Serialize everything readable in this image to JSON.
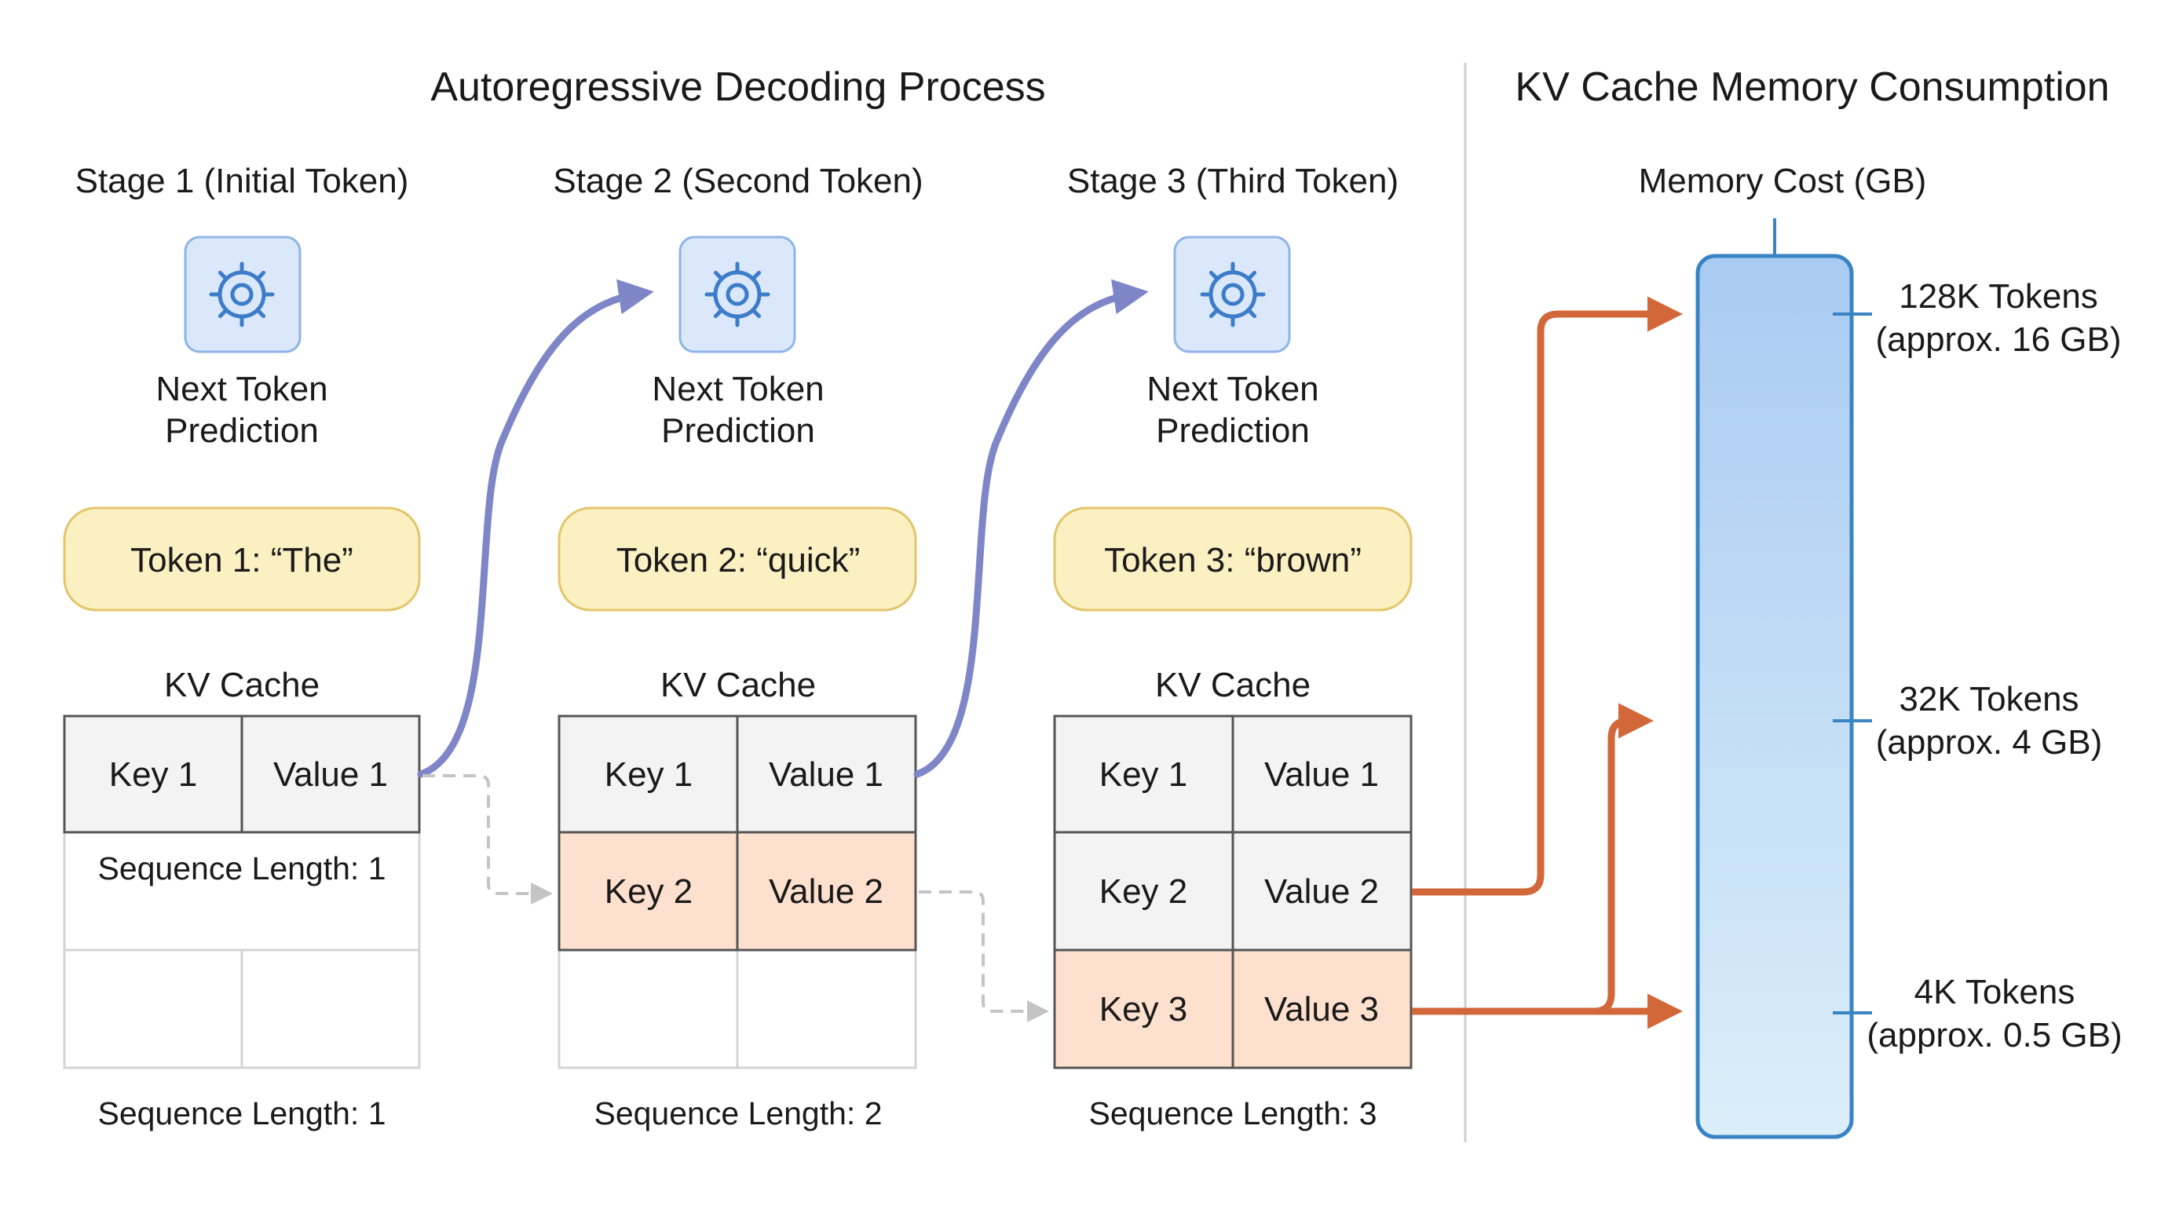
{
  "titles": {
    "decoding": "Autoregressive Decoding Process",
    "memory": "KV Cache Memory Consumption"
  },
  "stages": [
    {
      "heading": "Stage 1 (Initial Token)",
      "prediction": [
        "Next Token",
        "Prediction"
      ],
      "token": "Token 1: “The”",
      "cache_label": "KV Cache",
      "rows": [
        [
          "Key 1",
          "Value 1"
        ]
      ],
      "inner_note": "Sequence Length: 1",
      "sequence_length": "Sequence Length: 1"
    },
    {
      "heading": "Stage 2 (Second Token)",
      "prediction": [
        "Next Token",
        "Prediction"
      ],
      "token": "Token 2: “quick”",
      "cache_label": "KV Cache",
      "rows": [
        [
          "Key 1",
          "Value 1"
        ],
        [
          "Key 2",
          "Value 2"
        ]
      ],
      "sequence_length": "Sequence Length: 2"
    },
    {
      "heading": "Stage 3 (Third Token)",
      "prediction": [
        "Next Token",
        "Prediction"
      ],
      "token": "Token 3: “brown”",
      "cache_label": "KV Cache",
      "rows": [
        [
          "Key 1",
          "Value 1"
        ],
        [
          "Key 2",
          "Value 2"
        ],
        [
          "Key 3",
          "Value 3"
        ]
      ],
      "sequence_length": "Sequence Length: 3"
    }
  ],
  "memory": {
    "axis_label": "Memory Cost (GB)",
    "levels": [
      {
        "tokens": "128K Tokens",
        "cost": "(approx. 16 GB)"
      },
      {
        "tokens": "32K Tokens",
        "cost": "(approx. 4 GB)"
      },
      {
        "tokens": "4K Tokens",
        "cost": "(approx. 0.5 GB)"
      }
    ]
  },
  "icons": {
    "prediction": "gear-icon"
  },
  "colors": {
    "gear_box_fill": "#dbe8fb",
    "gear_box_stroke": "#8fb4e6",
    "gear_stroke": "#3d7cc9",
    "token_fill": "#fbf0c2",
    "token_stroke": "#e3c56b",
    "cache_cell_fill": "#f3f3f3",
    "new_entry_fill": "#fde0cd",
    "flow_arrow": "#7e86c8",
    "memory_arrow": "#d2683a",
    "memory_bar_top": "#a9cbf2",
    "memory_bar_bottom": "#dbeef9",
    "memory_bar_stroke": "#3a84c4"
  }
}
